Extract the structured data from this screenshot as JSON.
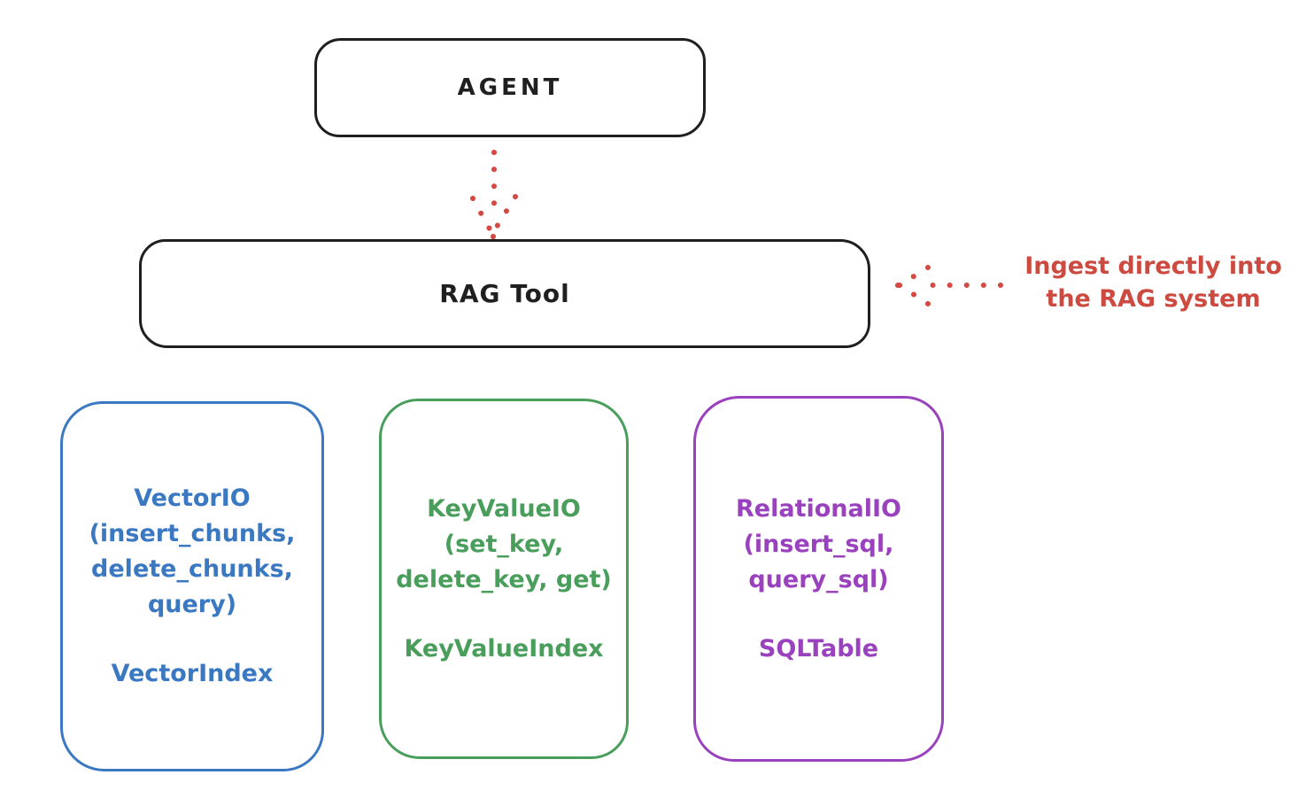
{
  "diagram": {
    "agent": {
      "label": "AGENT"
    },
    "rag_tool": {
      "label": "RAG Tool"
    },
    "annotation": {
      "line1": "Ingest directly into",
      "line2": "the RAG system",
      "color": "#cd4a40"
    },
    "arrows": [
      {
        "id": "agent-to-rag",
        "style": "dotted",
        "color": "#d44a42",
        "direction": "down"
      },
      {
        "id": "annotation-to-rag",
        "style": "dotted",
        "color": "#d44a42",
        "direction": "left"
      }
    ],
    "nodes": [
      {
        "id": "vector-io",
        "color": "#3b78c2",
        "lines": [
          "VectorIO",
          "(insert_chunks,",
          "delete_chunks,",
          "query)"
        ],
        "index_label": "VectorIndex"
      },
      {
        "id": "keyvalue-io",
        "color": "#4a9e5c",
        "lines": [
          "KeyValueIO",
          "(set_key,",
          "delete_key, get)"
        ],
        "index_label": "KeyValueIndex"
      },
      {
        "id": "relational-io",
        "color": "#9a41bd",
        "lines": [
          "RelationalIO",
          "(insert_sql,",
          "query_sql)"
        ],
        "index_label": "SQLTable"
      }
    ],
    "colors": {
      "ink": "#1f1f1f",
      "red": "#d44a42",
      "blue": "#3b78c2",
      "green": "#4a9e5c",
      "purple": "#9a41bd",
      "background": "#ffffff"
    }
  }
}
